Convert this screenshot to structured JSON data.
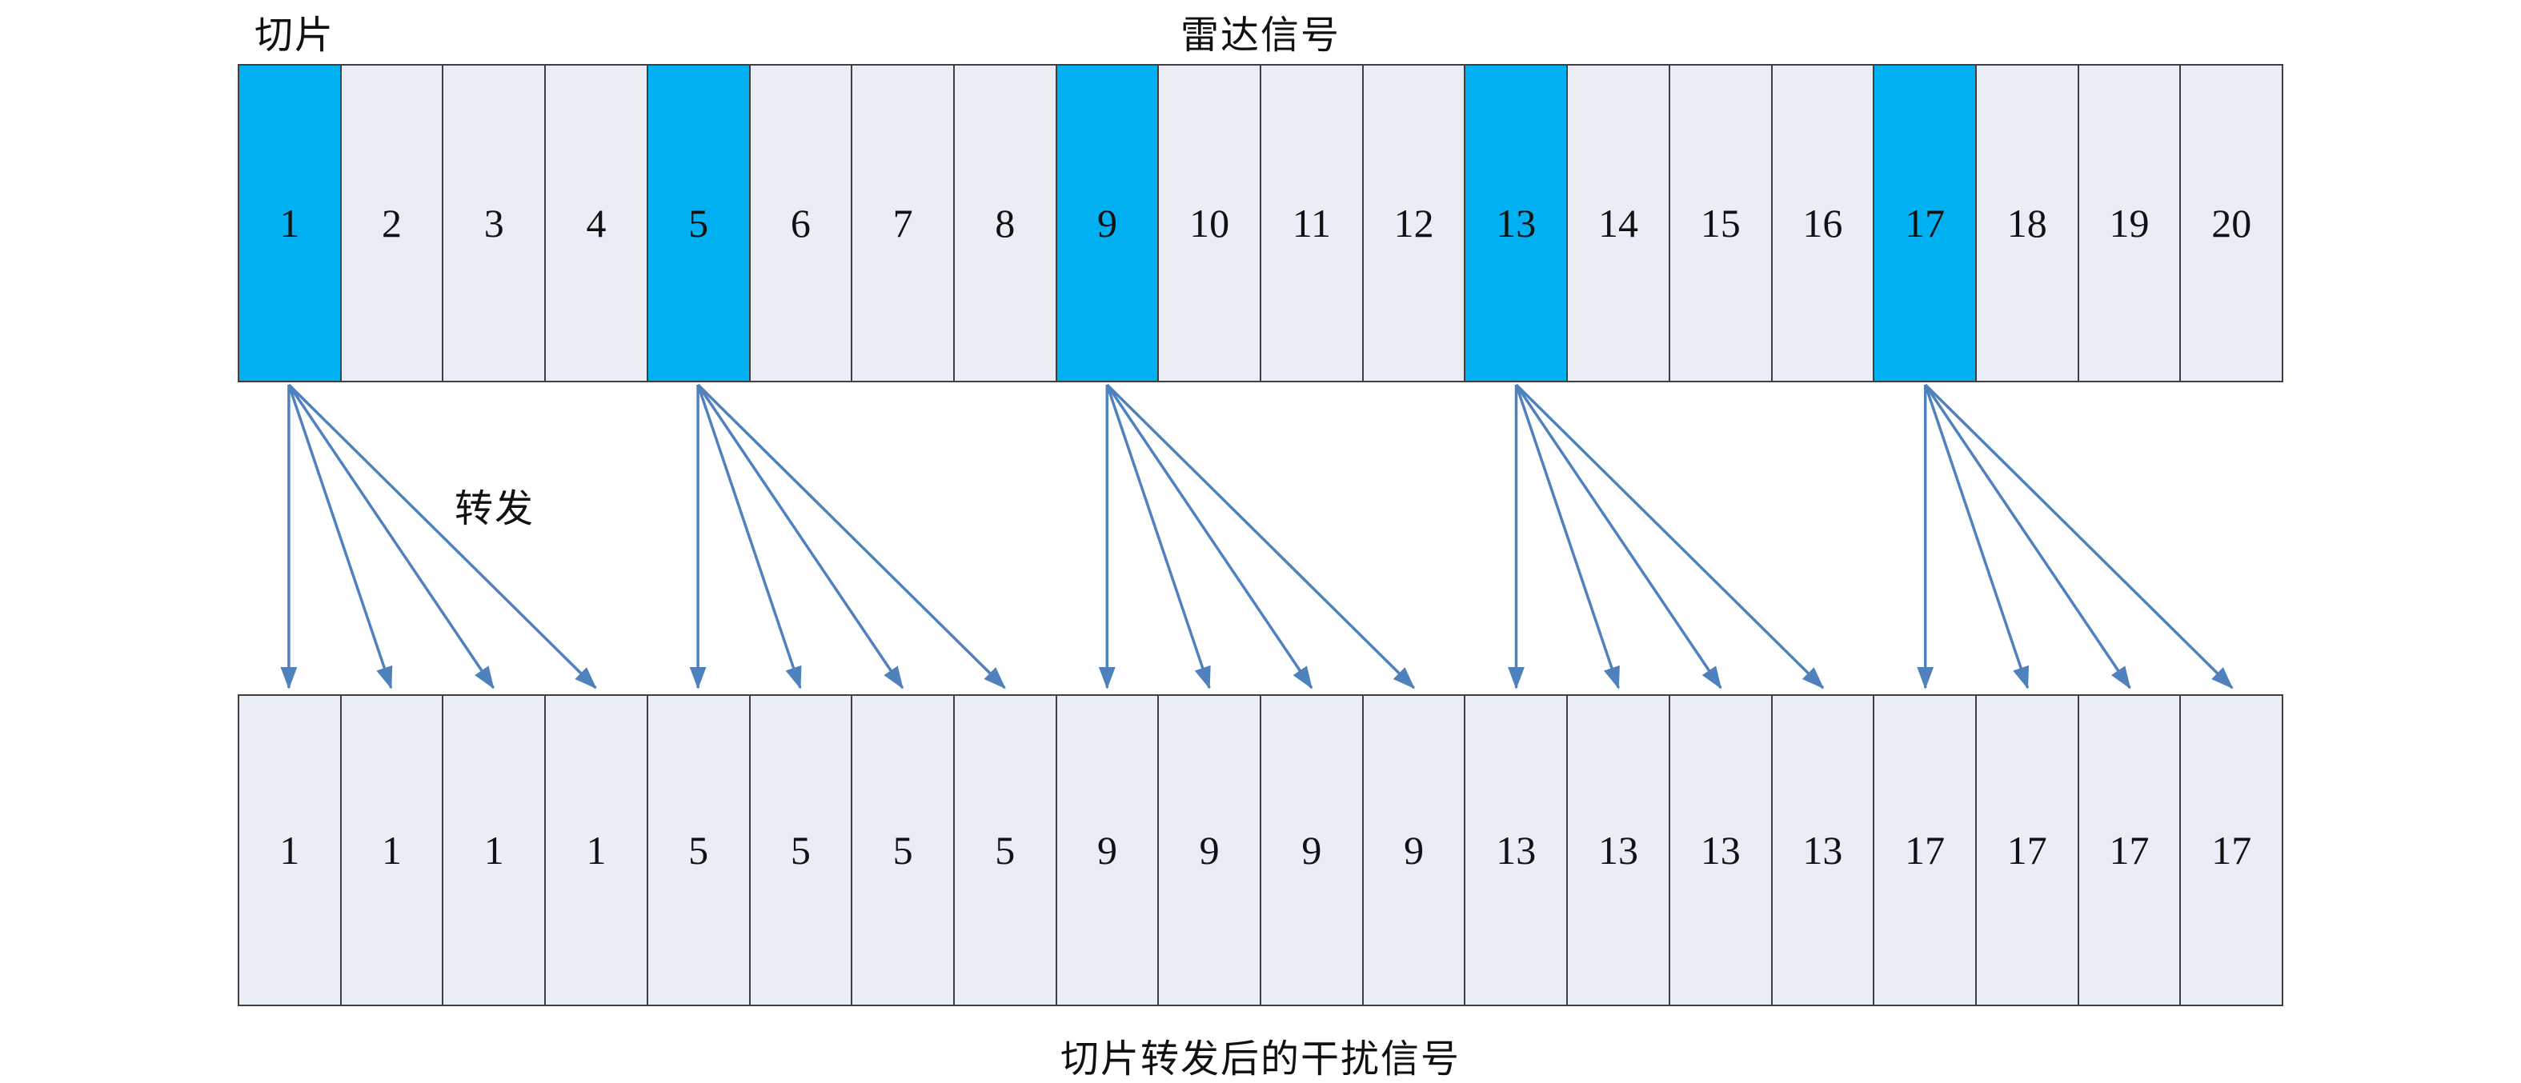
{
  "labels": {
    "slice": "切片",
    "radar_signal": "雷达信号",
    "forward": "转发",
    "bottom_caption": "切片转发后的干扰信号"
  },
  "colors": {
    "highlight": "#00b0f0",
    "cell-bg": "#e9edf5",
    "cell-border": "#3f3f3f",
    "arrow": "#4f81bd",
    "text": "#111111"
  },
  "top_row": {
    "cells": [
      "1",
      "2",
      "3",
      "4",
      "5",
      "6",
      "7",
      "8",
      "9",
      "10",
      "11",
      "12",
      "13",
      "14",
      "15",
      "16",
      "17",
      "18",
      "19",
      "20"
    ],
    "highlighted_cells": [
      1,
      5,
      9,
      13,
      17
    ]
  },
  "bottom_row": {
    "cells": [
      "1",
      "1",
      "1",
      "1",
      "5",
      "5",
      "5",
      "5",
      "9",
      "9",
      "9",
      "9",
      "13",
      "13",
      "13",
      "13",
      "17",
      "17",
      "17",
      "17"
    ]
  },
  "forwarding": [
    {
      "source": 1,
      "targets": [
        1,
        2,
        3,
        4
      ]
    },
    {
      "source": 5,
      "targets": [
        5,
        6,
        7,
        8
      ]
    },
    {
      "source": 9,
      "targets": [
        9,
        10,
        11,
        12
      ]
    },
    {
      "source": 13,
      "targets": [
        13,
        14,
        15,
        16
      ]
    },
    {
      "source": 17,
      "targets": [
        17,
        18,
        19,
        20
      ]
    }
  ]
}
